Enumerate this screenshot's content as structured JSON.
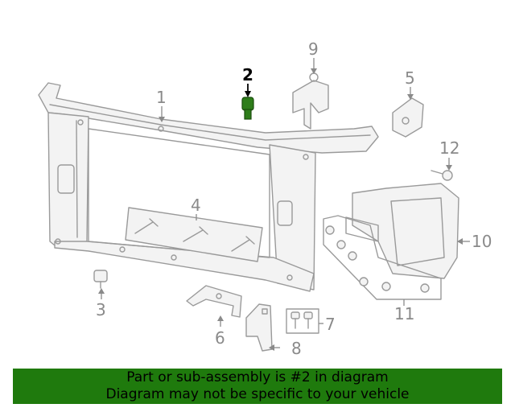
{
  "callouts": {
    "c1": "1",
    "c2": "2",
    "c3": "3",
    "c4": "4",
    "c5": "5",
    "c6": "6",
    "c7": "7",
    "c8": "8",
    "c9": "9",
    "c10": "10",
    "c11": "11",
    "c12": "12"
  },
  "highlight": {
    "part_number": "2",
    "color": "#2e7d1a"
  },
  "banner": {
    "line1": "Part or sub-assembly is #2 in diagram",
    "line2": "Diagram may not be specific to your vehicle",
    "background": "#1f7a0d"
  }
}
